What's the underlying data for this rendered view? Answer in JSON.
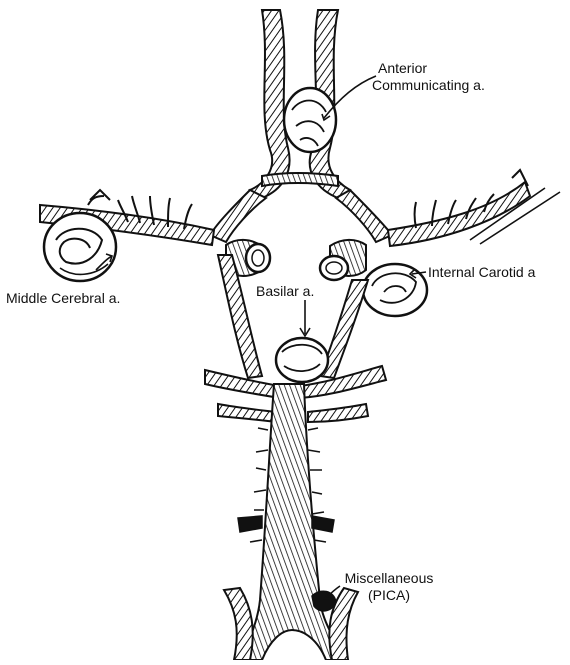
{
  "labels": {
    "anterior_communicating_line1": "Anterior",
    "anterior_communicating_line2": "Communicating a.",
    "internal_carotid": "Internal Carotid a",
    "middle_cerebral": "Middle Cerebral a.",
    "basilar": "Basilar a.",
    "miscellaneous_line1": "Miscellaneous",
    "miscellaneous_line2": "(PICA)"
  },
  "colors": {
    "ink": "#111111",
    "paper": "#ffffff"
  }
}
